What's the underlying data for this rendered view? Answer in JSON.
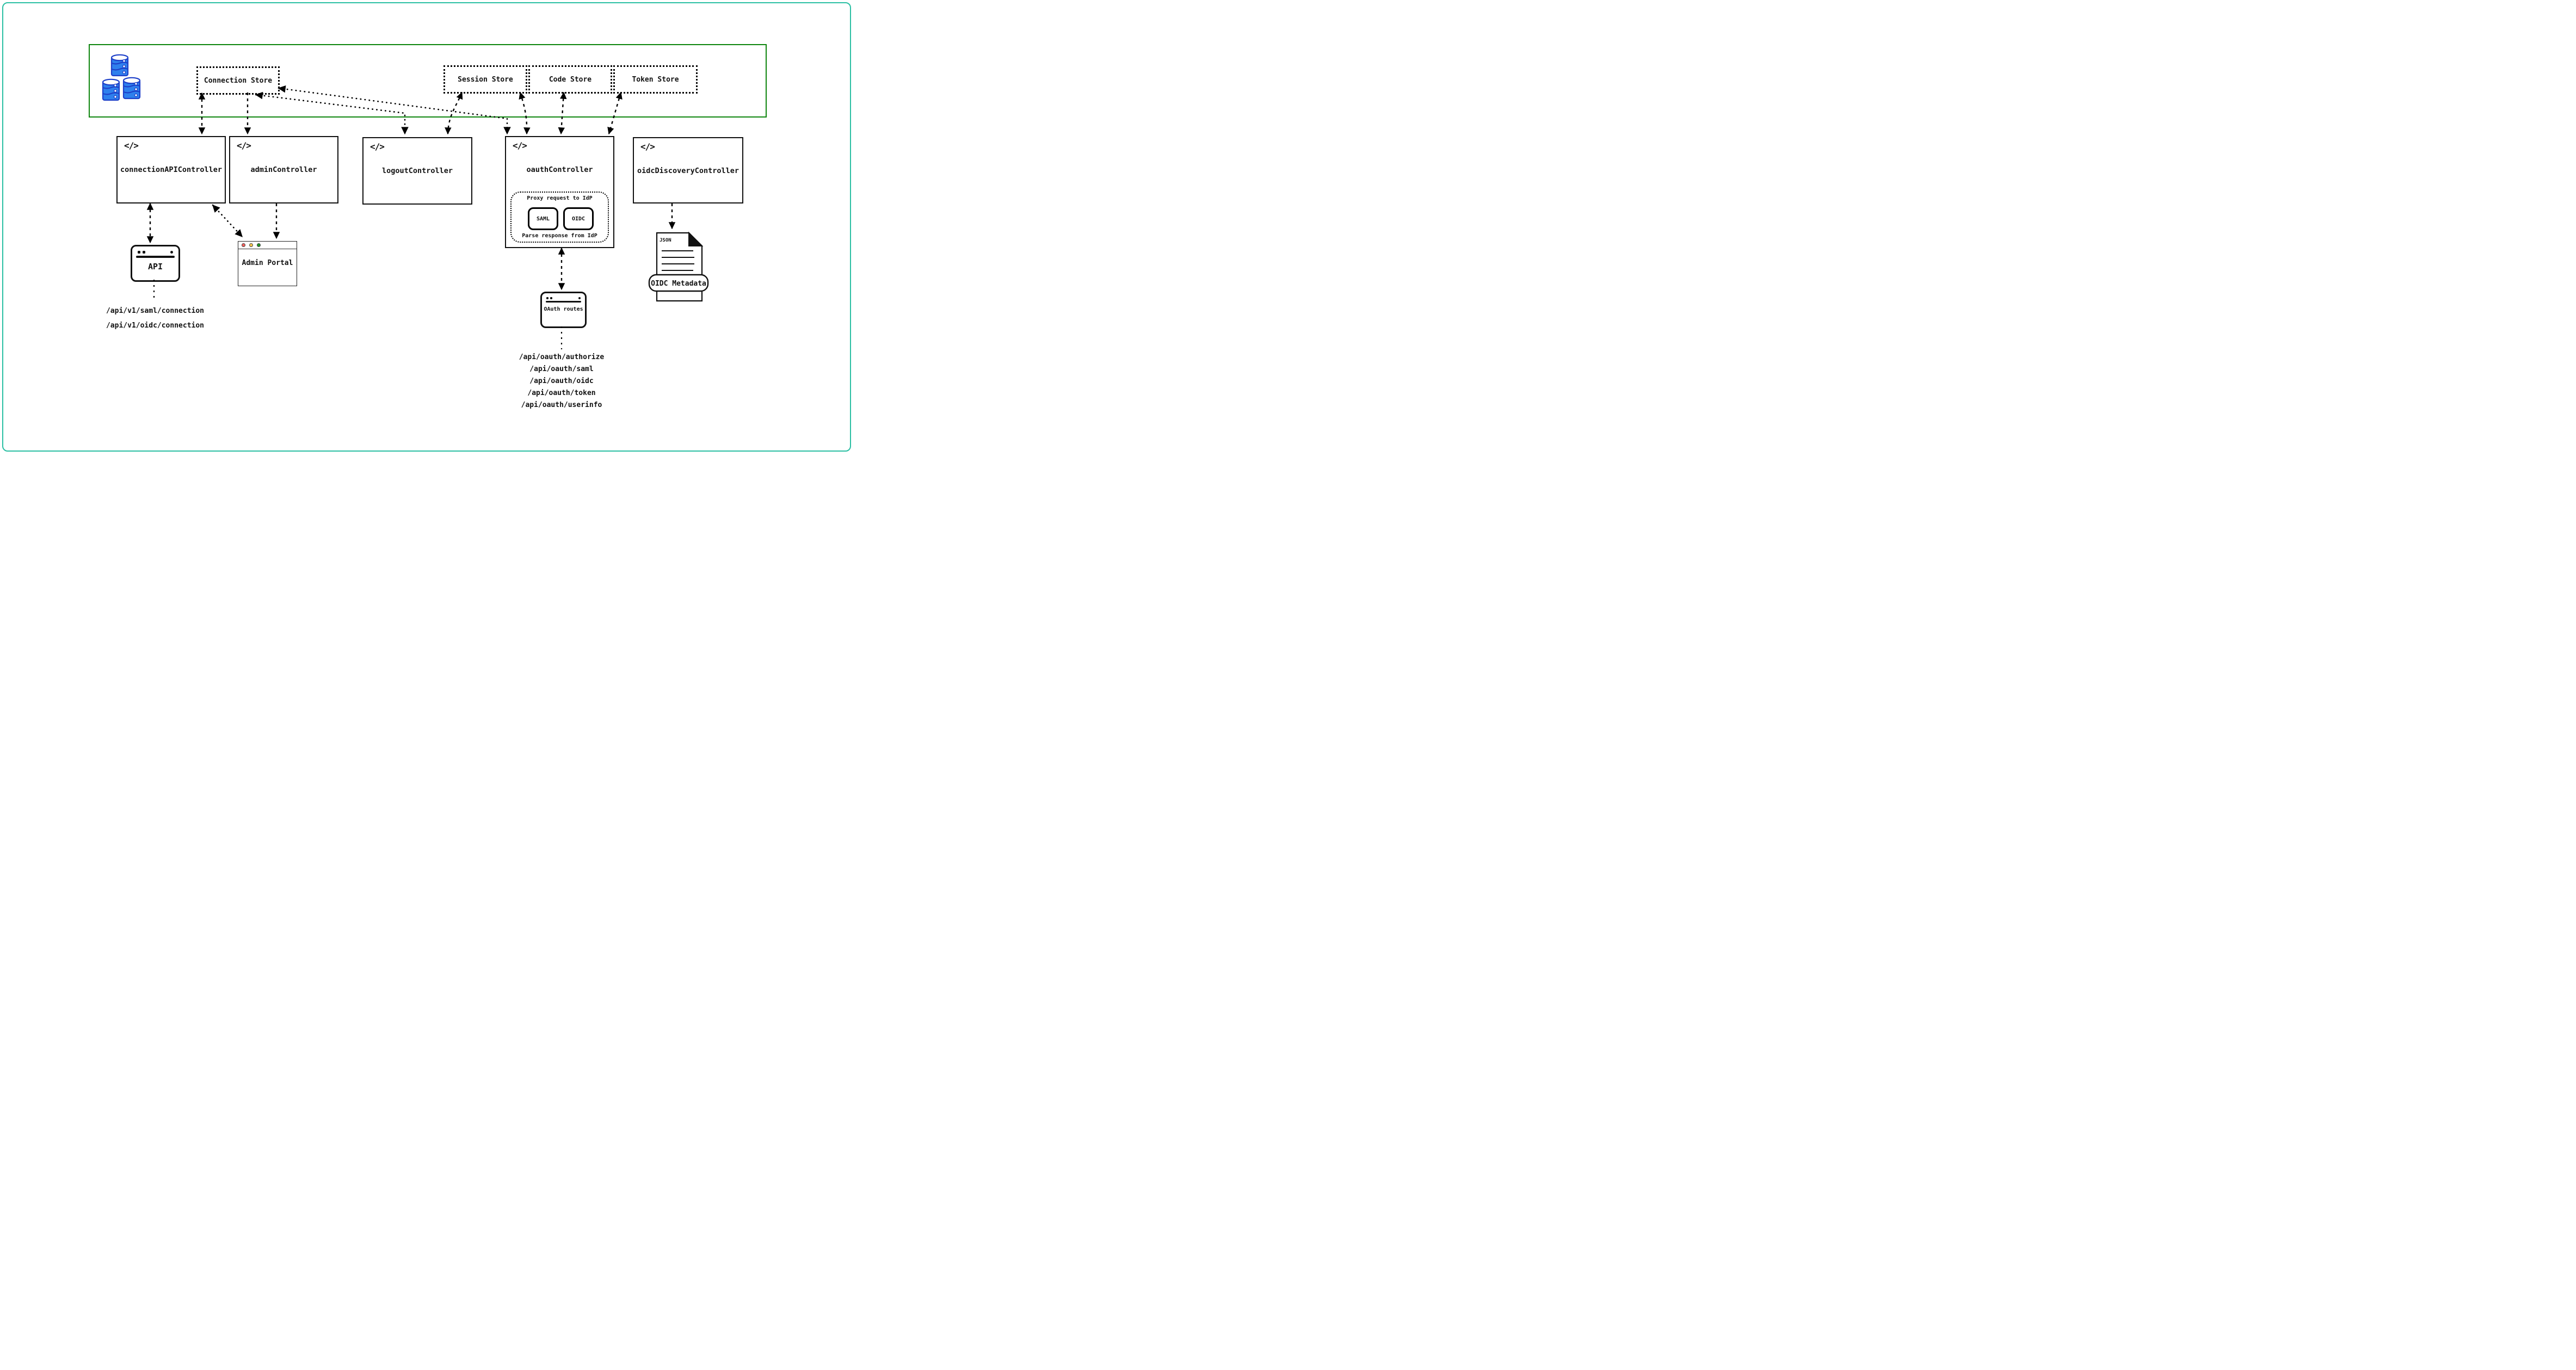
{
  "colors": {
    "frame_border": "#2bbfa3",
    "data_layer_border": "#0e850e",
    "database_fill": "#2f80ed",
    "database_outline": "#1e40c9",
    "traffic_red": "#f4625e",
    "traffic_yellow": "#f6c64c",
    "traffic_green": "#1f9626"
  },
  "icons": {
    "code_glyph": "</>"
  },
  "data_layer": {
    "stores": [
      {
        "label": "Connection Store"
      },
      {
        "label": "Session Store"
      },
      {
        "label": "Code Store"
      },
      {
        "label": "Token Store"
      }
    ]
  },
  "controllers": [
    {
      "label": "connectionAPIController"
    },
    {
      "label": "adminController"
    },
    {
      "label": "logoutController"
    },
    {
      "label": "oauthController",
      "proxy": {
        "request_label": "Proxy request to IdP",
        "response_label": "Parse response from IdP",
        "protocols": [
          {
            "label": "SAML"
          },
          {
            "label": "OIDC"
          }
        ]
      }
    },
    {
      "label": "oidcDiscoveryController"
    }
  ],
  "clients": {
    "api": {
      "label": "API",
      "endpoints": [
        "/api/v1/saml/connection",
        "/api/v1/oidc/connection"
      ]
    },
    "admin_portal": {
      "label": "Admin Portal"
    },
    "oauth_routes": {
      "label": "OAuth routes",
      "endpoints": [
        "/api/oauth/authorize",
        "/api/oauth/saml",
        "/api/oauth/oidc",
        "/api/oauth/token",
        "/api/oauth/userinfo"
      ]
    },
    "oidc_metadata": {
      "file_label": "JSON",
      "label": "OIDC Metadata"
    }
  }
}
